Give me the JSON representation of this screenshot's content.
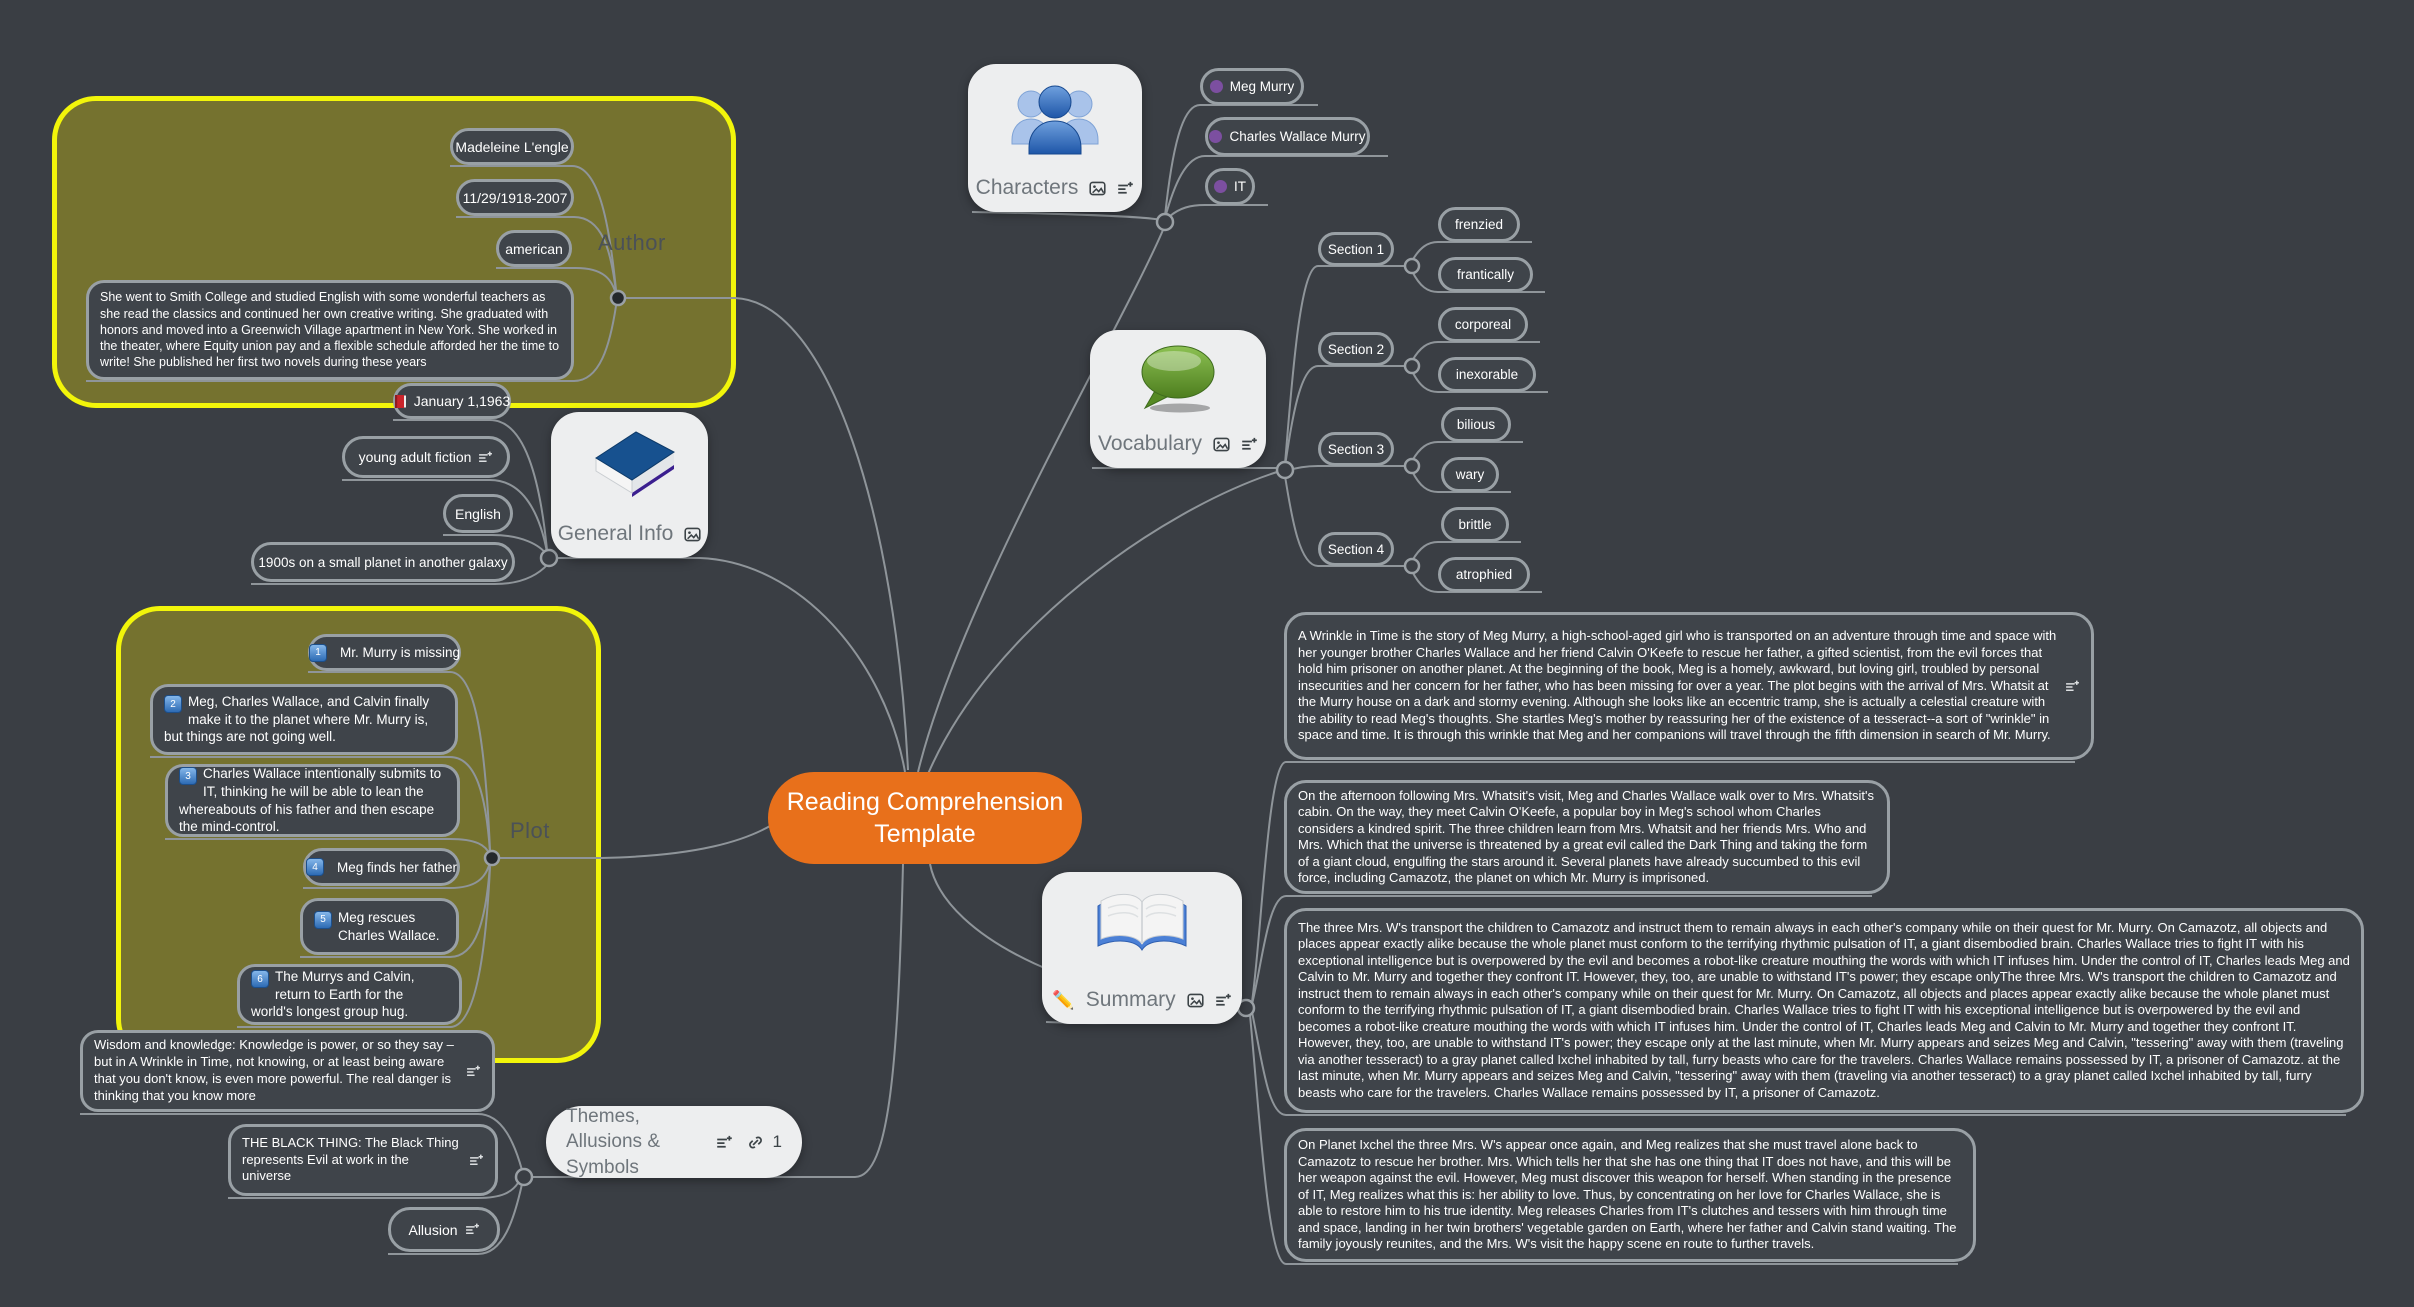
{
  "center": {
    "label": "Reading Comprehension Template"
  },
  "author": {
    "label": "Author",
    "children": [
      {
        "label": "Madeleine L'engle"
      },
      {
        "label": "11/29/1918-2007"
      },
      {
        "label": "american"
      },
      {
        "label": "She went to Smith College and studied English with some wonderful teachers as she read the classics and continued her own creative writing. She graduated with honors and moved into a Greenwich Village apartment in New York. She worked in the theater, where Equity union pay and a flexible schedule afforded her the time to write! She published her first two novels during these years"
      }
    ]
  },
  "general_info": {
    "label": "General Info",
    "children": [
      {
        "label": "January 1,1963"
      },
      {
        "label": "young adult fiction"
      },
      {
        "label": "English"
      },
      {
        "label": "1900s on a small planet in another galaxy"
      }
    ]
  },
  "plot": {
    "label": "Plot",
    "children": [
      {
        "num": "1",
        "label": "Mr. Murry is missing"
      },
      {
        "num": "2",
        "label": "Meg, Charles Wallace, and Calvin finally make it to the planet where Mr. Murry is, but things are not going well."
      },
      {
        "num": "3",
        "label": "Charles Wallace intentionally submits to IT, thinking he will be able to lean the whereabouts of his father and then escape the mind-control."
      },
      {
        "num": "4",
        "label": "Meg finds her father"
      },
      {
        "num": "5",
        "label": "Meg rescues Charles Wallace."
      },
      {
        "num": "6",
        "label": "The Murrys and Calvin, return to Earth for the world's longest group hug."
      }
    ]
  },
  "themes": {
    "label": "Themes, Allusions & Symbols",
    "link_count": "1",
    "children": [
      {
        "label": "Wisdom and knowledge: Knowledge  is power, or so they say – but in A Wrinkle in Time, not knowing, or at least being aware that you don't know, is even more powerful. The real danger is thinking that you know more"
      },
      {
        "label": "THE BLACK THING: The Black Thing represents Evil at work in the universe"
      },
      {
        "label": "Allusion"
      }
    ]
  },
  "characters": {
    "label": "Characters",
    "children": [
      {
        "label": "Meg Murry"
      },
      {
        "label": "Charles Wallace Murry"
      },
      {
        "label": "IT"
      }
    ]
  },
  "vocabulary": {
    "label": "Vocabulary",
    "sections": [
      {
        "label": "Section 1",
        "words": [
          "frenzied",
          "frantically"
        ]
      },
      {
        "label": "Section 2",
        "words": [
          "corporeal",
          "inexorable"
        ]
      },
      {
        "label": "Section 3",
        "words": [
          "bilious",
          "wary"
        ]
      },
      {
        "label": "Section 4",
        "words": [
          "brittle",
          "atrophied"
        ]
      }
    ]
  },
  "summary": {
    "label": "Summary",
    "pencil": "✏️",
    "paragraphs": [
      {
        "label": "A Wrinkle in Time is the story of Meg Murry, a high-school-aged girl who is transported on an adventure through time and space with her younger brother Charles Wallace and her friend Calvin O'Keefe to rescue her father, a gifted scientist, from the evil forces that hold him prisoner on another planet. At the beginning of the book, Meg is a homely, awkward, but loving girl, troubled by personal insecurities and her concern for her father, who has been missing for over a year. The plot begins with the arrival of Mrs. Whatsit at the Murry house on a dark and stormy evening. Although she looks like an eccentric tramp, she is actually a celestial creature with the ability to read Meg's thoughts. She startles Meg's mother by reassuring her of the existence of a tesseract--a sort of \"wrinkle\" in space and time. It is through this wrinkle that Meg and her companions will travel through the fifth dimension in search of Mr. Murry."
      },
      {
        "label": "On the afternoon following Mrs. Whatsit's visit, Meg and Charles Wallace walk over to Mrs. Whatsit's cabin. On the way, they meet Calvin O'Keefe, a popular boy in Meg's school whom Charles considers a kindred spirit. The three children learn from Mrs. Whatsit and her friends Mrs. Who and Mrs. Which that the universe is threatened by a great evil called the Dark Thing and taking the form of a giant cloud, engulfing the stars around it. Several planets have already succumbed to this evil force, including Camazotz, the planet on which Mr. Murry is imprisoned."
      },
      {
        "label": "The three Mrs. W's transport the children to Camazotz and instruct them to remain always in each other's company while on their quest for Mr. Murry. On Camazotz, all objects and places appear exactly alike because the whole planet must conform to the terrifying rhythmic pulsation of IT, a giant disembodied brain. Charles Wallace tries to fight IT with his exceptional intelligence but is overpowered by the evil and becomes a robot-like creature mouthing the words with which IT infuses him. Under the control of IT, Charles leads Meg and Calvin to Mr. Murry and together they confront IT. However, they, too, are unable to withstand IT's power; they escape onlyThe three Mrs. W's transport the children to Camazotz and instruct them to remain always in each other's company while on their quest for Mr. Murry. On Camazotz, all objects and places appear exactly alike because the whole planet must conform to the terrifying rhythmic pulsation of IT, a giant disembodied brain. Charles Wallace tries to fight IT with his exceptional intelligence but is overpowered by the evil and becomes a robot-like creature mouthing the words with which IT infuses him. Under the control of IT, Charles leads Meg and Calvin to Mr. Murry and together they confront IT. However, they, too, are unable to withstand IT's power; they escape only at the last minute, when Mr. Murry appears and seizes Meg and Calvin, \"tessering\" away with them (traveling via another tesseract) to a gray planet called Ixchel inhabited by tall, furry beasts who care for the travelers. Charles Wallace remains possessed by IT, a prisoner of Camazotz. at the last minute, when Mr. Murry appears and seizes Meg and Calvin, \"tessering\" away with them (traveling via another tesseract) to a gray planet called Ixchel inhabited by tall, furry beasts who care for the travelers. Charles Wallace remains possessed by IT, a prisoner of Camazotz."
      },
      {
        "label": "On Planet Ixchel the three Mrs. W's appear once again, and Meg realizes that she must travel alone back to Camazotz to rescue her brother. Mrs. Which tells her that she has one thing that IT does not have, and this will be her weapon against the evil. However, Meg must discover this weapon for herself. When standing in the presence of IT, Meg realizes what this is: her ability to love. Thus, by concentrating on her love for Charles Wallace, she is able to restore him to his true identity. Meg releases Charles from IT's clutches and tessers with him through time and space, landing in her twin brothers' vegetable garden on Earth, where her father and Calvin stand waiting. The family joyously reunites, and the Mrs. W's visit the happy scene en route to further travels."
      }
    ]
  },
  "colors": {
    "background": "#3A3E44",
    "center_accent": "#E8701B",
    "group_fill": "#75722F",
    "group_border": "#F2F50A",
    "node_border": "#99A0A5",
    "purple_marker": "#7C4FA0"
  }
}
